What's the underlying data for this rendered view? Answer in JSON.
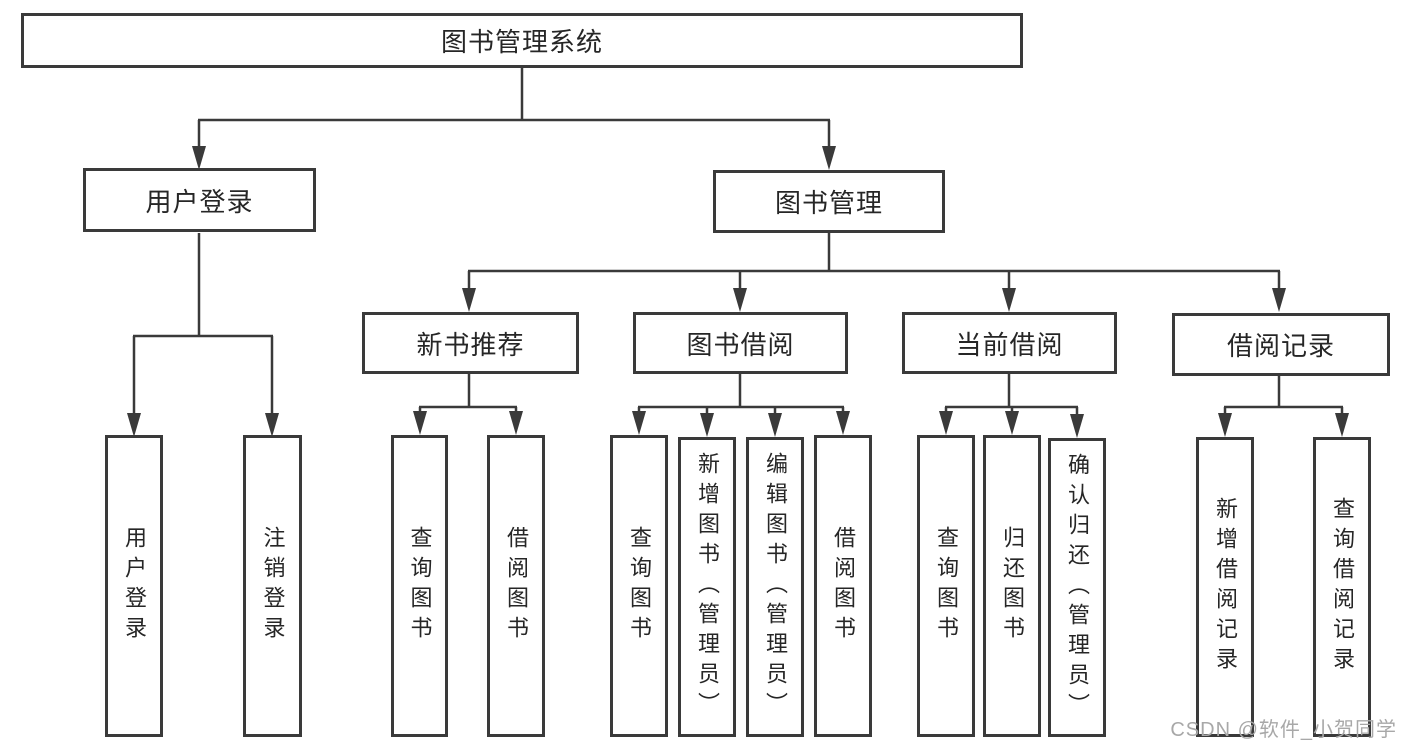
{
  "tree": {
    "root": {
      "label": "图书管理系统",
      "children": [
        {
          "label": "用户登录",
          "children": [
            {
              "label": "用户登录"
            },
            {
              "label": "注销登录"
            }
          ]
        },
        {
          "label": "图书管理",
          "children": [
            {
              "label": "新书推荐",
              "children": [
                {
                  "label": "查询图书"
                },
                {
                  "label": "借阅图书"
                }
              ]
            },
            {
              "label": "图书借阅",
              "children": [
                {
                  "label": "查询图书"
                },
                {
                  "label": "新增图书（管理员）"
                },
                {
                  "label": "编辑图书（管理员）"
                },
                {
                  "label": "借阅图书"
                }
              ]
            },
            {
              "label": "当前借阅",
              "children": [
                {
                  "label": "查询图书"
                },
                {
                  "label": "归还图书"
                },
                {
                  "label": "确认归还（管理员）"
                }
              ]
            },
            {
              "label": "借阅记录",
              "children": [
                {
                  "label": "新增借阅记录"
                },
                {
                  "label": "查询借阅记录"
                }
              ]
            }
          ]
        }
      ]
    }
  },
  "watermark": {
    "text": "CSDN @软件_小贺同学"
  },
  "colors": {
    "line": "#3a3a3a",
    "box_border": "#3a3a3a",
    "text": "#262626",
    "watermark": "#a8a8a8",
    "background": "#ffffff"
  }
}
